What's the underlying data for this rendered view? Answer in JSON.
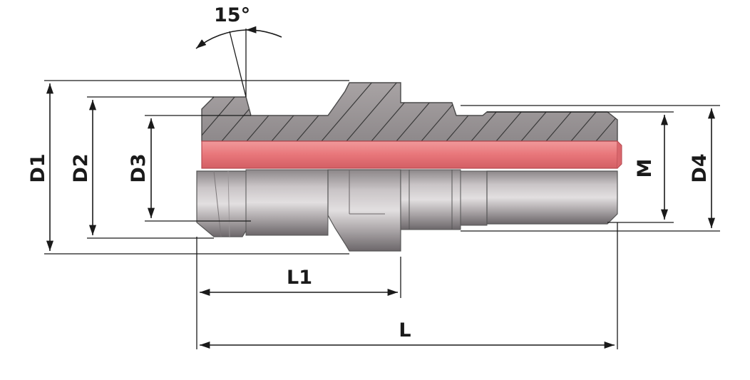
{
  "figure": {
    "labels": {
      "angle": "15°",
      "d1": "D1",
      "d2": "D2",
      "d3": "D3",
      "d4": "D4",
      "m": "M",
      "l1": "L1",
      "l": "L"
    },
    "colors": {
      "metal_light": "#b9b4b6",
      "metal_dark": "#6f6a6d",
      "section": "#9e9899",
      "bore": "#e8767a",
      "bore_dark": "#c84e55",
      "lines": "#1a1a1a"
    }
  }
}
